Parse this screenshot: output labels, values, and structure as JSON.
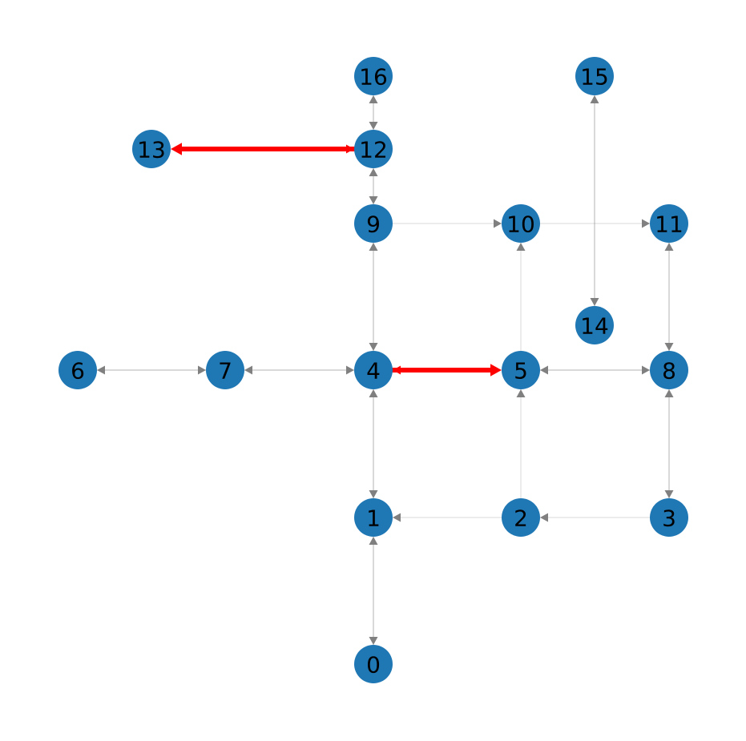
{
  "graph": {
    "node_color": "#1f77b4",
    "edge_color": "#808080",
    "highlight_color": "#ff0000",
    "nodes": [
      {
        "id": "0",
        "label": "0"
      },
      {
        "id": "1",
        "label": "1"
      },
      {
        "id": "2",
        "label": "2"
      },
      {
        "id": "3",
        "label": "3"
      },
      {
        "id": "4",
        "label": "4"
      },
      {
        "id": "5",
        "label": "5"
      },
      {
        "id": "6",
        "label": "6"
      },
      {
        "id": "7",
        "label": "7"
      },
      {
        "id": "8",
        "label": "8"
      },
      {
        "id": "9",
        "label": "9"
      },
      {
        "id": "10",
        "label": "10"
      },
      {
        "id": "11",
        "label": "11"
      },
      {
        "id": "12",
        "label": "12"
      },
      {
        "id": "13",
        "label": "13"
      },
      {
        "id": "14",
        "label": "14"
      },
      {
        "id": "15",
        "label": "15"
      },
      {
        "id": "16",
        "label": "16"
      }
    ],
    "edges": [
      {
        "source": "0",
        "target": "1",
        "bidirectional": true,
        "highlighted": false
      },
      {
        "source": "1",
        "target": "4",
        "bidirectional": true,
        "highlighted": false
      },
      {
        "source": "2",
        "target": "1",
        "bidirectional": false,
        "highlighted": false
      },
      {
        "source": "3",
        "target": "2",
        "bidirectional": false,
        "highlighted": false
      },
      {
        "source": "2",
        "target": "5",
        "bidirectional": false,
        "highlighted": false
      },
      {
        "source": "4",
        "target": "5",
        "bidirectional": true,
        "highlighted": true
      },
      {
        "source": "5",
        "target": "8",
        "bidirectional": true,
        "highlighted": false
      },
      {
        "source": "8",
        "target": "3",
        "bidirectional": true,
        "highlighted": false
      },
      {
        "source": "8",
        "target": "11",
        "bidirectional": true,
        "highlighted": false
      },
      {
        "source": "7",
        "target": "4",
        "bidirectional": true,
        "highlighted": false
      },
      {
        "source": "6",
        "target": "7",
        "bidirectional": true,
        "highlighted": false
      },
      {
        "source": "4",
        "target": "9",
        "bidirectional": true,
        "highlighted": false
      },
      {
        "source": "9",
        "target": "10",
        "bidirectional": false,
        "highlighted": false
      },
      {
        "source": "10",
        "target": "11",
        "bidirectional": false,
        "highlighted": false
      },
      {
        "source": "5",
        "target": "10",
        "bidirectional": false,
        "highlighted": false
      },
      {
        "source": "9",
        "target": "12",
        "bidirectional": true,
        "highlighted": false
      },
      {
        "source": "12",
        "target": "16",
        "bidirectional": true,
        "highlighted": false
      },
      {
        "source": "12",
        "target": "13",
        "bidirectional": true,
        "highlighted": true
      },
      {
        "source": "15",
        "target": "14",
        "bidirectional": true,
        "highlighted": false
      }
    ]
  }
}
